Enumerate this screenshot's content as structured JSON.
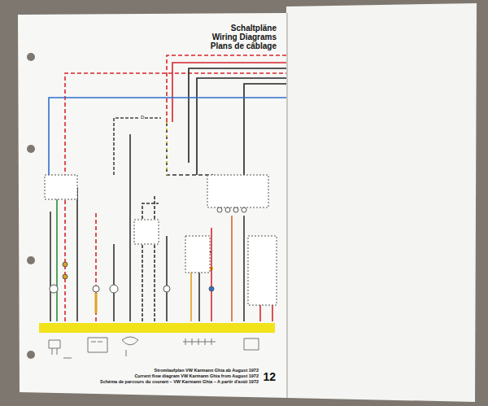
{
  "diagram": {
    "title": "Schaltpläne",
    "caption": "Stromlaufplan VW Karmann Ghia ab August 1972",
    "labels": [
      "Wiring Diagrams",
      "Plans de câblage",
      "Current flow diagram VW Karmann Ghia from August 1972",
      "Schéma de parcours du courant – VW Karmann Ghia – A partir d'août 1972",
      "12",
      "D"
    ]
  }
}
